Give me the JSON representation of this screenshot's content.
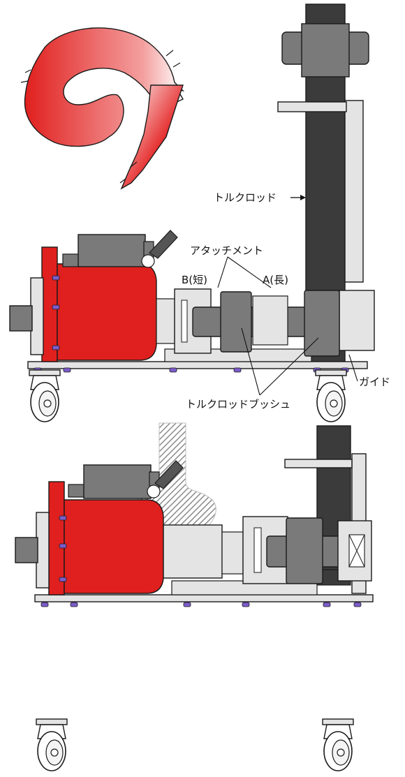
{
  "labels": {
    "torque_rod": "トルクロッド",
    "attachment": "アタッチメント",
    "b_short": "B(短)",
    "a_long": "A(長)",
    "guide": "ガイド",
    "torque_rod_bush": "トルクロッドブッシュ"
  },
  "colors": {
    "wrench_red": "#e0201e",
    "rod_dark": "#3b3b3b",
    "bush_gray": "#7a7a7a",
    "frame_light": "#e4e4e4",
    "arrow_hatch": "#8a8a8a",
    "bolt_purple": "#7b5cc9"
  },
  "icons": [
    "rotation-arrow-icon",
    "down-arrow-icon",
    "caster-wheel-icon"
  ]
}
